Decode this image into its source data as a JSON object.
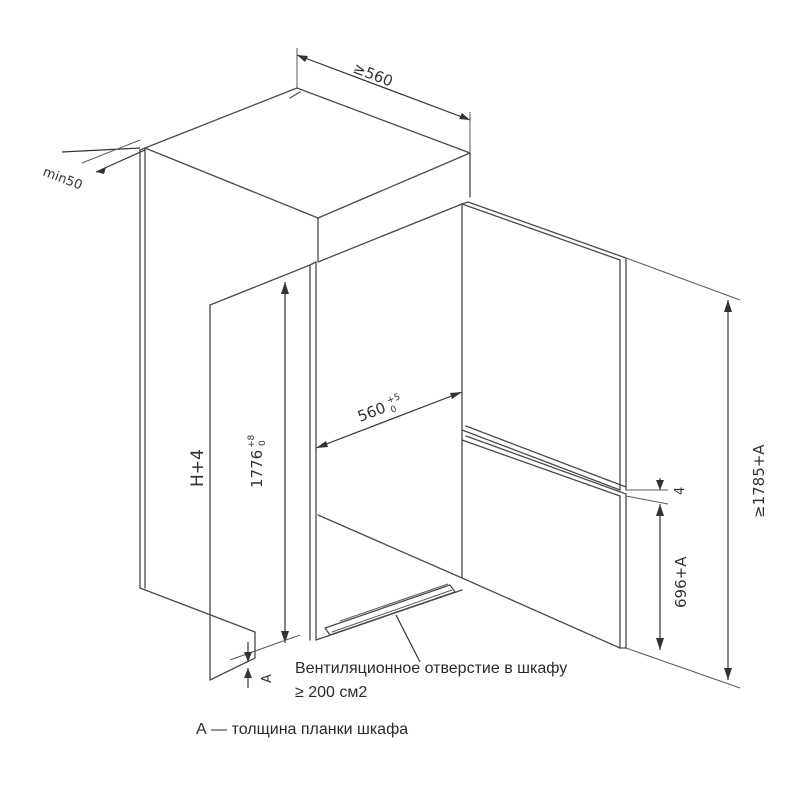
{
  "dimensions": {
    "depth_min": "≥560",
    "rear_gap_min": "min50",
    "niche_width_main": "560",
    "niche_width_tol_upper": "+5",
    "niche_width_tol_lower": "0",
    "niche_height_main": "1776",
    "niche_height_tol_upper": "+8",
    "niche_height_tol_lower": "0",
    "appliance_height": "H+4",
    "door_total_height": "≥1785+A",
    "door_gap": "4",
    "lower_door_height": "696+A",
    "panel_thickness_symbol": "A"
  },
  "notes": {
    "ventilation_line1": "Вентиляционное отверстие в шкафу",
    "ventilation_line2": "≥ 200 см2",
    "legend_a": "А — толщина планки шкафа"
  }
}
